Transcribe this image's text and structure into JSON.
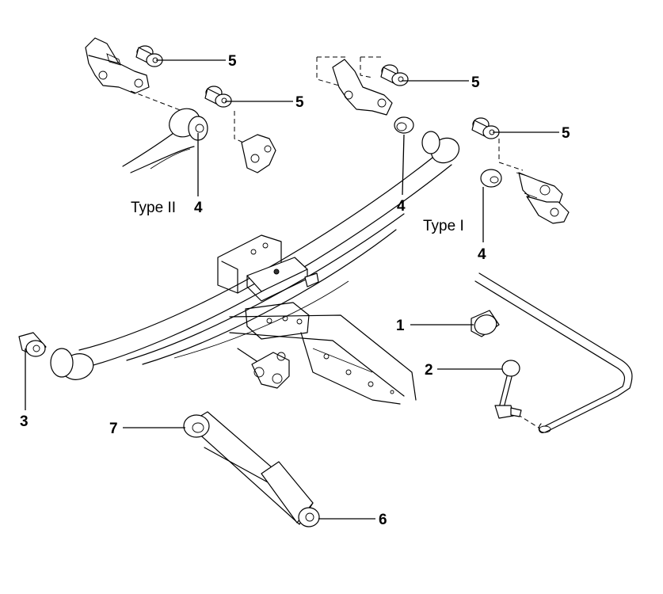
{
  "labels": {
    "part_1": "1",
    "part_2": "2",
    "part_3": "3",
    "part_4_type2": "4",
    "part_4_center": "4",
    "part_4_type1": "4",
    "part_5_a": "5",
    "part_5_b": "5",
    "part_5_c": "5",
    "part_5_d": "5",
    "part_6": "6",
    "part_7": "7",
    "type_2": "Type II",
    "type_1": "Type I"
  }
}
